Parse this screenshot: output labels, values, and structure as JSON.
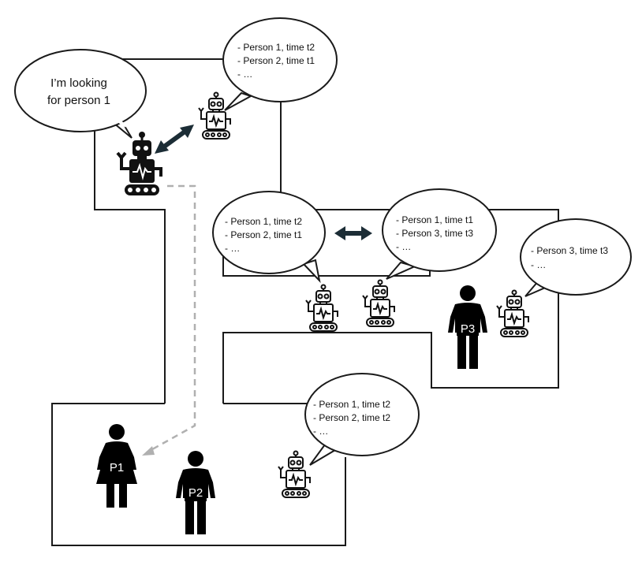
{
  "diagram": {
    "query_bubble": {
      "lines": [
        "I’m looking",
        "for person 1"
      ]
    },
    "memory_bubbles": {
      "top_robot": [
        "- Person 1, time t2",
        "- Person 2, time t1",
        "- …"
      ],
      "middle_left_robot": [
        "- Person 1, time t2",
        "- Person 2, time t1",
        "- …"
      ],
      "middle_right_robot": [
        "- Person 1, time t1",
        "- Person 3, time t3",
        "- …"
      ],
      "right_robot": [
        "- Person 3, time t3",
        "- …"
      ],
      "bottom_robot": [
        "- Person 1, time t2",
        "- Person 2, time t2",
        "- …"
      ]
    },
    "people": {
      "p1": "P1",
      "p2": "P2",
      "p3": "P3"
    },
    "icons": {
      "query_robot": "robot-icon",
      "helper_robot": "robot-outline-icon",
      "person_female": "person-female-icon",
      "person_male": "person-icon",
      "exchange_arrow": "double-arrow-icon",
      "path_arrow": "dashed-arrow-icon"
    },
    "colors": {
      "line": "#1a1a1a",
      "robot_fill": "#111111",
      "arrow_fill": "#1c2d36",
      "path_dash": "#b0b0b0"
    }
  }
}
